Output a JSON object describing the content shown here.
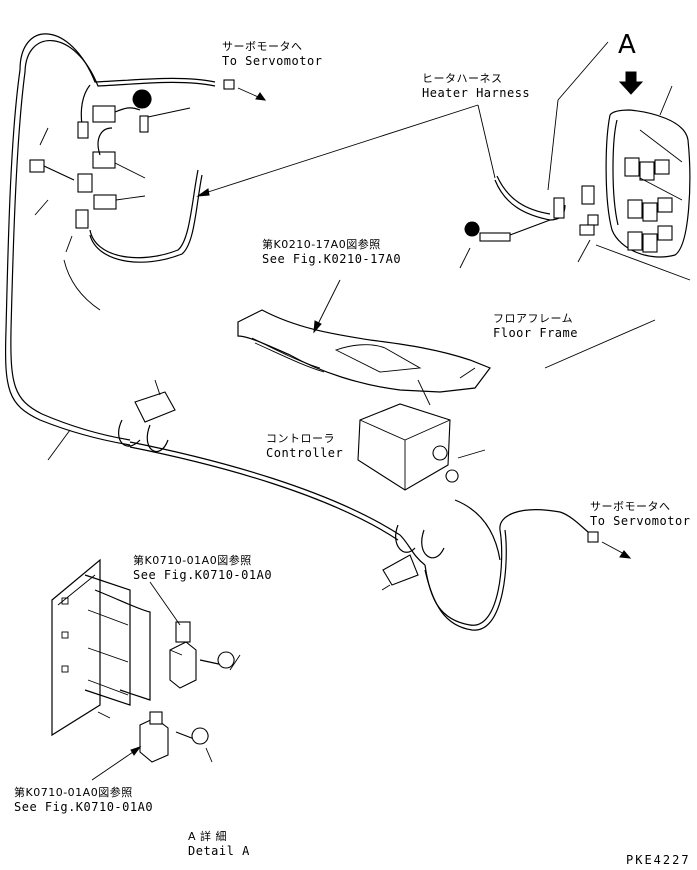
{
  "labels": {
    "servo_top_jp": "サーボモータへ",
    "servo_top_en": "To Servomotor",
    "heater_jp": "ヒータハーネス",
    "heater_en": "Heater Harness",
    "view_a": "A",
    "fig_k0210_jp": "第K0210-17A0図参照",
    "fig_k0210_en": "See Fig.K0210-17A0",
    "floor_jp": "フロアフレーム",
    "floor_en": "Floor Frame",
    "controller_jp": "コントローラ",
    "controller_en": "Controller",
    "servo_right_jp": "サーボモータへ",
    "servo_right_en": "To Servomotor",
    "fig_k0710_top_jp": "第K0710-01A0図参照",
    "fig_k0710_top_en": "See Fig.K0710-01A0",
    "fig_k0710_bot_jp": "第K0710-01A0図参照",
    "fig_k0710_bot_en": "See Fig.K0710-01A0",
    "detail_jp": "A 詳 細",
    "detail_en": "Detail A",
    "drawing_code": "PKE4227"
  }
}
